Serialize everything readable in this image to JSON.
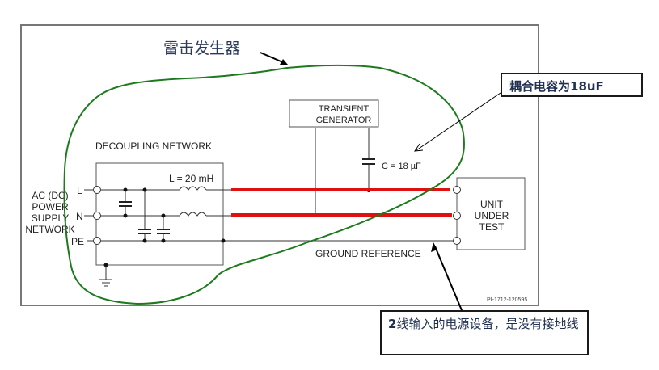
{
  "diagram": {
    "title_cn": "雷击发生器",
    "decoupling_title": "DECOUPLING NETWORK",
    "inductor_label": "L = 20 mH",
    "source_label": [
      "AC (DC)",
      "POWER",
      "SUPPLY",
      "NETWORK"
    ],
    "terminals": [
      "L",
      "N",
      "PE"
    ],
    "generator_label": [
      "TRANSIENT",
      "GENERATOR"
    ],
    "capacitor_label": "C = 18 µF",
    "eut_label": [
      "UNIT",
      "UNDER",
      "TEST"
    ],
    "ground_label": "GROUND REFERENCE",
    "figure_id": "PI-1712-120595",
    "colors": {
      "highlight_line": "#dd1111",
      "outline": "#1e7a1e",
      "frame": "#777777"
    }
  },
  "callouts": {
    "capacitor": "耦合电容为18uF",
    "ground_prefix": "2",
    "ground_rest": "线输入的电源设备，是没有接地线"
  }
}
